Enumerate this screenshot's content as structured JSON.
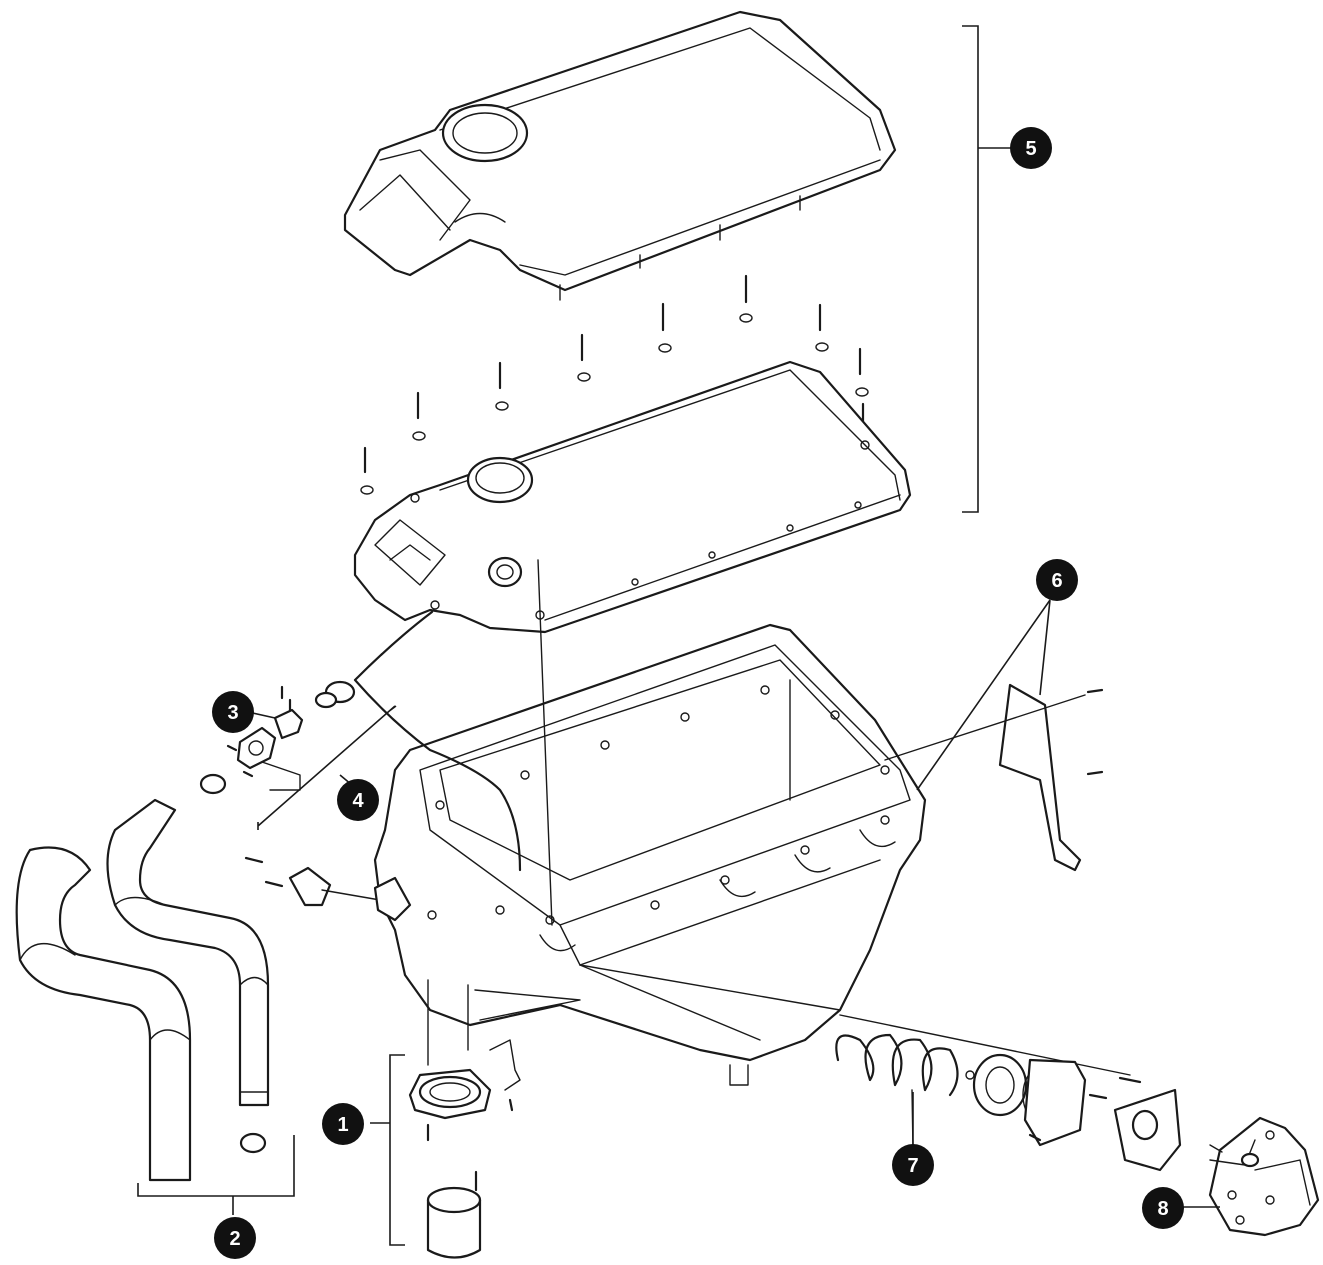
{
  "callouts": [
    {
      "id": "part-1",
      "label": "1"
    },
    {
      "id": "part-2",
      "label": "2"
    },
    {
      "id": "part-3",
      "label": "3"
    },
    {
      "id": "part-4",
      "label": "4"
    },
    {
      "id": "part-5",
      "label": "5"
    },
    {
      "id": "part-6",
      "label": "6"
    },
    {
      "id": "part-7",
      "label": "7"
    },
    {
      "id": "part-8",
      "label": "8"
    }
  ],
  "colors": {
    "line": "#1a1a1a",
    "badge": "#111111",
    "background": "#ffffff"
  }
}
